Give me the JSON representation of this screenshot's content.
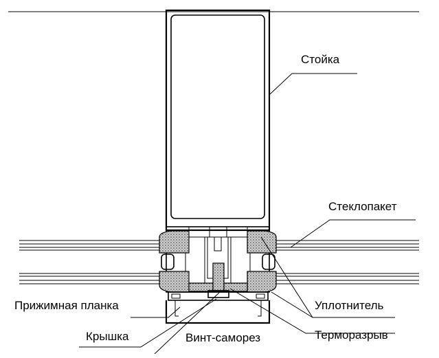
{
  "labels": {
    "stoyka": "Стойка",
    "steklopaket": "Стеклопакет",
    "prizhimnaya_planka": "Прижимная планка",
    "uplotnitel": "Уплотнитель",
    "kryshka": "Крышка",
    "vint_samorez": "Винт-саморез",
    "termorazryv": "Терморазрыв"
  },
  "colors": {
    "line": "#000000",
    "glass_fill": "#d8d8d8",
    "seal_fill": "#bdbdbd",
    "background": "#ffffff"
  }
}
